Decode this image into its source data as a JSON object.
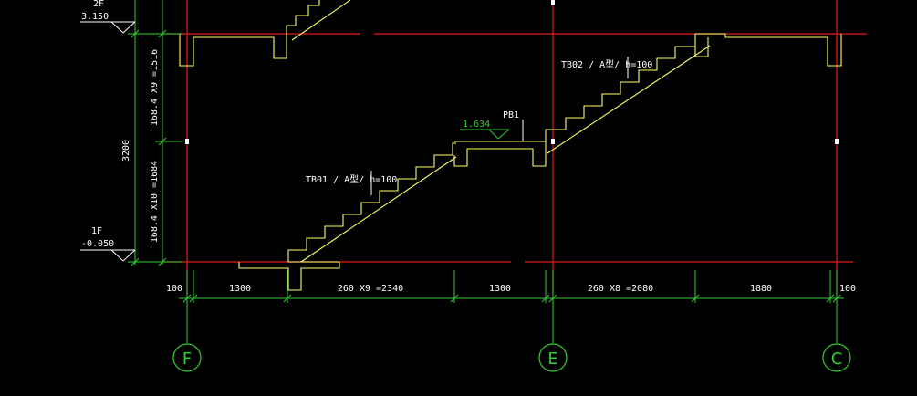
{
  "levels": {
    "upper": {
      "name": "2F",
      "elevation": "3.150"
    },
    "lower": {
      "name": "1F",
      "elevation": "-0.050"
    },
    "landing": {
      "elevation": "1.634"
    }
  },
  "vertical_dims": {
    "total": "3200",
    "upper_flight": "168.4 X9 =1516",
    "lower_flight": "168.4 X10 =1684"
  },
  "annotations": {
    "landing_beam": "PB1",
    "flight_lower": "TB01 / A型/ h=100",
    "flight_upper": "TB02 / A型/ h=100"
  },
  "horizontal_dims": [
    "100",
    "1300",
    "260 X9 =2340",
    "1300",
    "260 X8 =2080",
    "1880",
    "100"
  ],
  "axes": [
    "F",
    "E",
    "C"
  ],
  "colors": {
    "background": "#000000",
    "axis_red": "#e01a1a",
    "stair_yellow": "#ffff66",
    "dim_green": "#33cc33",
    "text_white": "#ffffff"
  }
}
